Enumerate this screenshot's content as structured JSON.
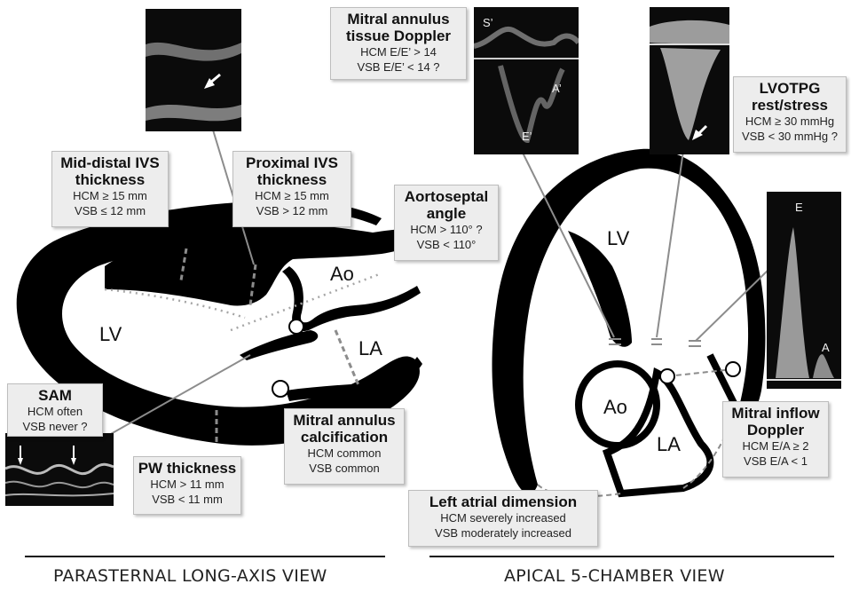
{
  "views": {
    "left": "PARASTERNAL LONG-AXIS VIEW",
    "right": "APICAL 5-CHAMBER VIEW"
  },
  "chambers": {
    "plax_lv": "LV",
    "plax_ao": "Ao",
    "plax_la": "LA",
    "a5c_lv": "LV",
    "a5c_ao": "Ao",
    "a5c_la": "LA"
  },
  "boxes": {
    "mid_distal_ivs": {
      "title": [
        "Mid-distal IVS",
        "thickness"
      ],
      "lines": [
        "HCM ≥ 15 mm",
        "VSB ≤ 12 mm"
      ]
    },
    "proximal_ivs": {
      "title": [
        "Proximal IVS",
        "thickness"
      ],
      "lines": [
        "HCM ≥ 15 mm",
        "VSB > 12 mm"
      ]
    },
    "aortoseptal": {
      "title": [
        "Aortoseptal",
        "angle"
      ],
      "lines": [
        "HCM > 110° ?",
        "VSB < 110°"
      ]
    },
    "sam": {
      "title": [
        "SAM"
      ],
      "lines": [
        "HCM often",
        "VSB never ?"
      ]
    },
    "pw_thickness": {
      "title": [
        "PW thickness"
      ],
      "lines": [
        "HCM > 11 mm",
        "VSB < 11 mm"
      ]
    },
    "mac": {
      "title": [
        "Mitral annulus",
        "calcification"
      ],
      "lines": [
        "HCM common",
        "VSB common"
      ]
    },
    "tissue_doppler": {
      "title": [
        "Mitral annulus",
        "tissue Doppler"
      ],
      "lines": [
        "HCM E/E’ > 14",
        "VSB E/E’ < 14 ?"
      ]
    },
    "lvotpg": {
      "title": [
        "LVOTPG",
        "rest/stress"
      ],
      "lines": [
        "HCM ≥ 30 mmHg",
        "VSB < 30 mmHg ?"
      ]
    },
    "mitral_inflow": {
      "title": [
        "Mitral inflow",
        "Doppler"
      ],
      "lines": [
        "HCM E/A ≥ 2",
        "VSB E/A < 1"
      ]
    },
    "la_dimension": {
      "title": [
        "Left atrial dimension"
      ],
      "lines": [
        "HCM severely increased",
        "VSB moderately increased"
      ]
    }
  },
  "image_labels": {
    "tdi_s": "S’",
    "tdi_a": "A’",
    "tdi_e": "E’",
    "inflow_e": "E",
    "inflow_a": "A"
  },
  "colors": {
    "myocardium": "#000000",
    "box_bg": "#ededed",
    "guide_line": "#8c8c8c",
    "dotted_line": "#a6a6a6"
  }
}
